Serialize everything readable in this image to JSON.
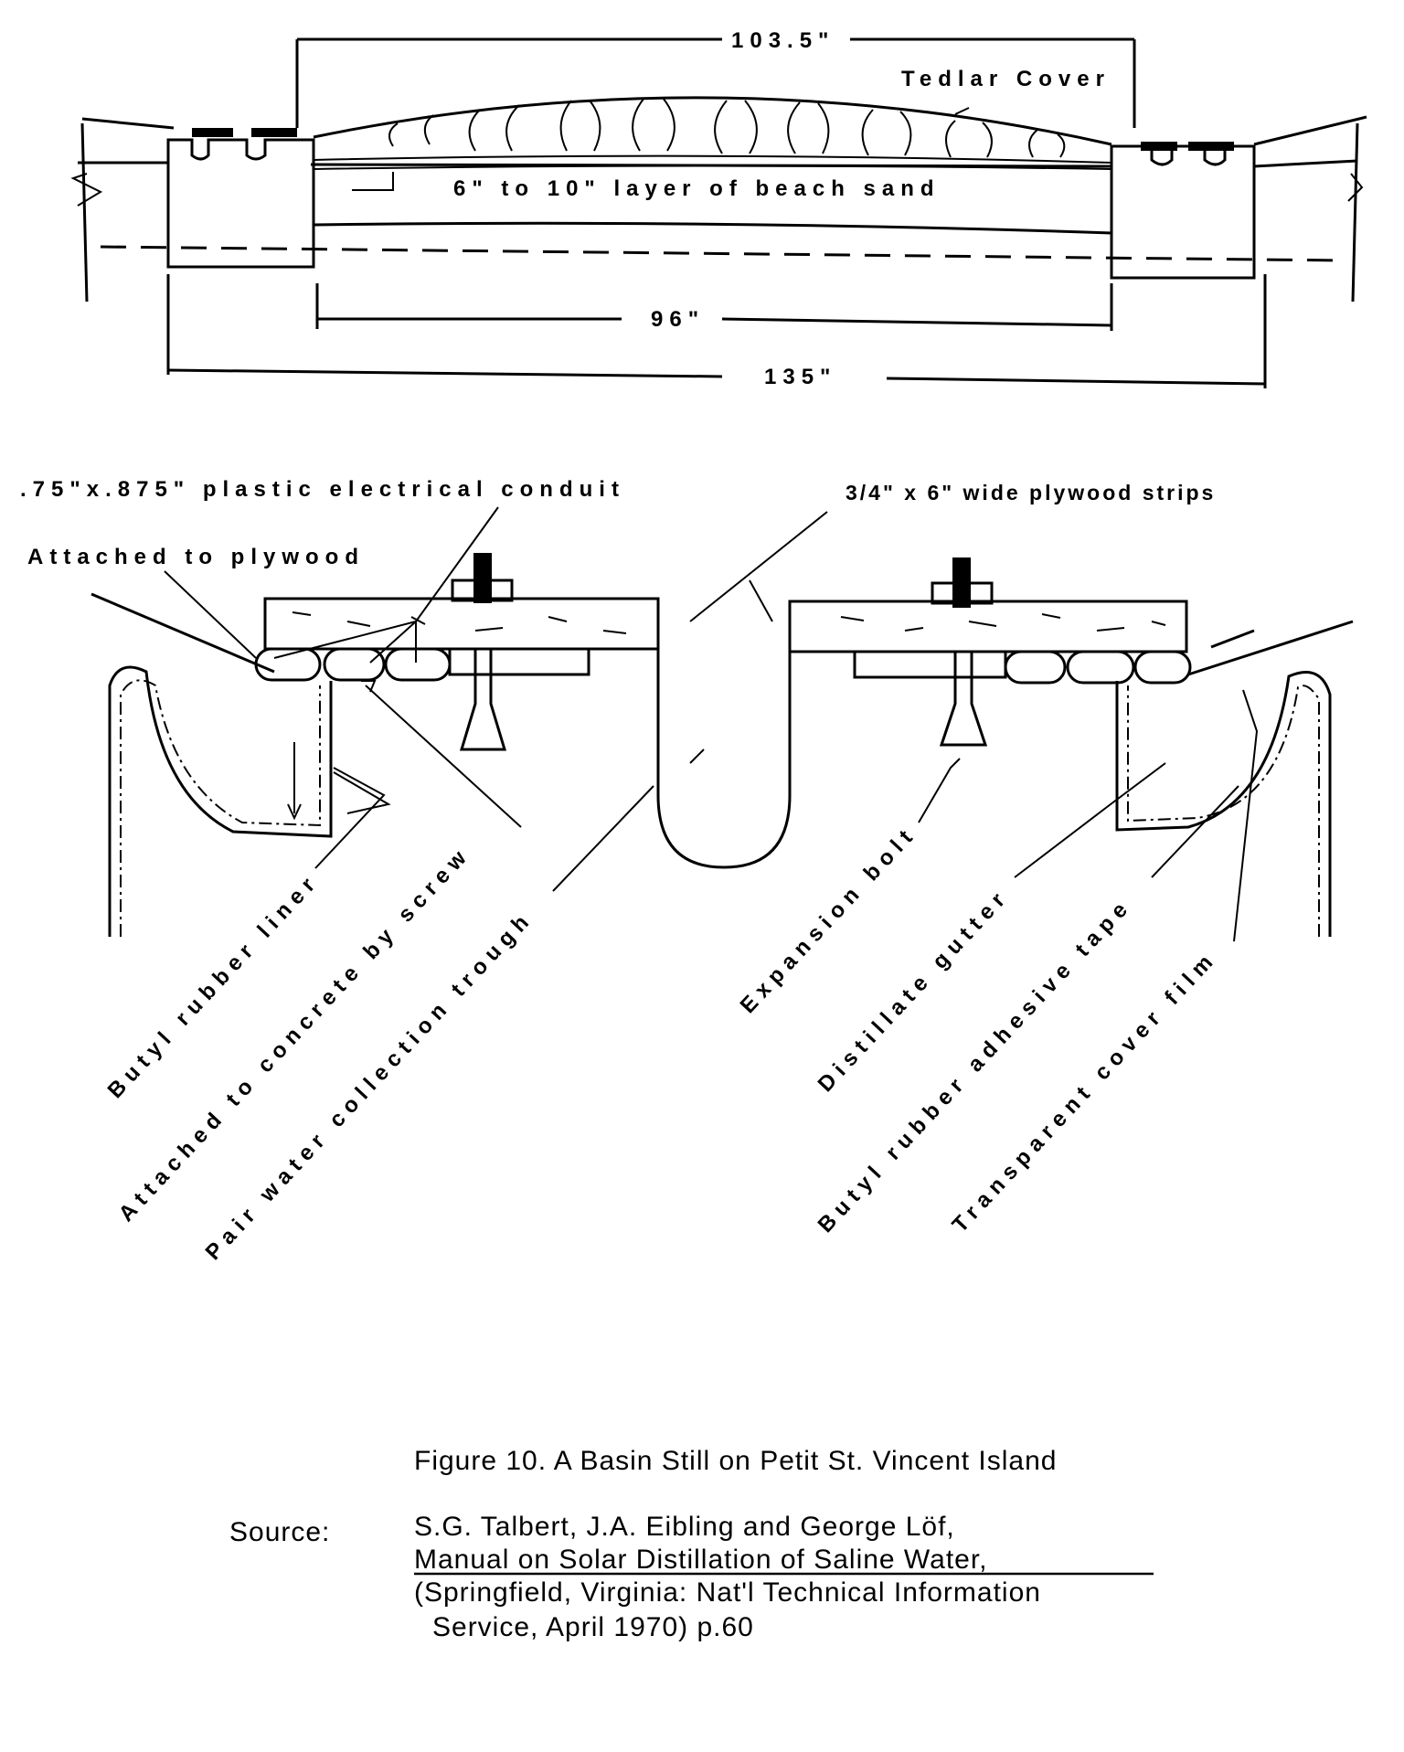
{
  "top_section": {
    "dim_cover_width": "103.5\"",
    "tedlar_label": "Tedlar Cover",
    "sand_label": "6\" to 10\" layer of beach sand",
    "dim_inner_width": "96\"",
    "dim_outer_width": "135\""
  },
  "detail_section": {
    "conduit_label": ".75\"x.875\" plastic electrical conduit",
    "plywood_strips_label": "3/4\" x 6\" wide plywood strips",
    "attached_plywood_label": "Attached to plywood",
    "rotated_labels": [
      "Butyl rubber liner",
      "Attached to concrete by screw",
      "Pair water collection trough",
      "Expansion bolt",
      "Distillate gutter",
      "Butyl rubber adhesive tape",
      "Transparent cover film"
    ]
  },
  "caption": {
    "title": "Figure 10. A Basin Still on Petit St. Vincent Island",
    "source_label": "Source:",
    "authors": "S.G. Talbert, J.A. Eibling and George Löf,",
    "book_title": "Manual on Solar Distillation of Saline Water,",
    "publisher": "(Springfield, Virginia: Nat'l Technical Information",
    "publisher_cont": "Service, April 1970)  p.60"
  }
}
